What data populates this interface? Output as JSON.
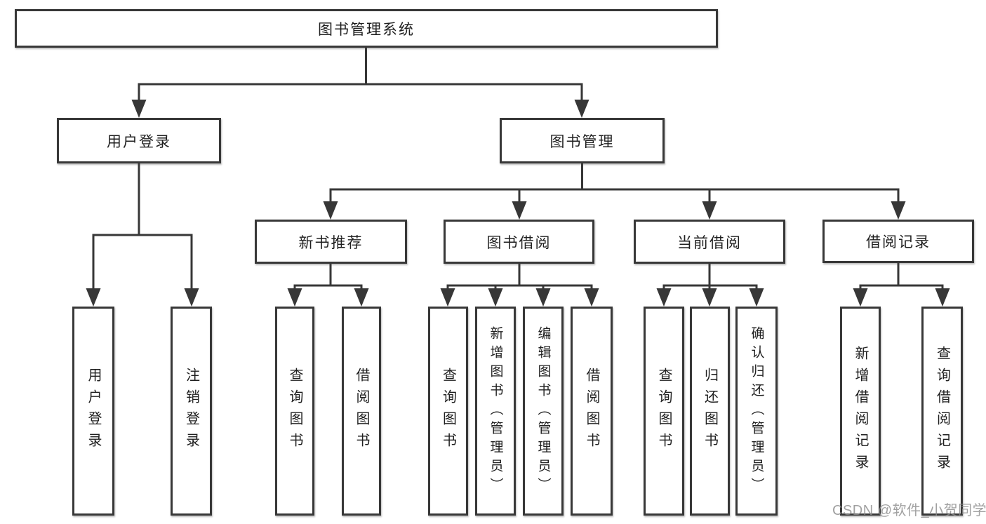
{
  "title": "图书管理系统",
  "watermark": "CSDN @软件_小贺同学",
  "colors": {
    "line": "#373737",
    "border": "#383838",
    "text": "#1f1f1f",
    "background": "#ffffff",
    "watermark": "#8c8c8c"
  },
  "branches": [
    {
      "label": "用户登录",
      "leaves": [
        "用户登录",
        "注销登录"
      ]
    },
    {
      "label": "图书管理",
      "sections": [
        {
          "label": "新书推荐",
          "leaves": [
            "查询图书",
            "借阅图书"
          ]
        },
        {
          "label": "图书借阅",
          "leaves": [
            "查询图书",
            "新增图书（管理员）",
            "编辑图书（管理员）",
            "借阅图书"
          ]
        },
        {
          "label": "当前借阅",
          "leaves": [
            "查询图书",
            "归还图书",
            "确认归还（管理员）"
          ]
        },
        {
          "label": "借阅记录",
          "leaves": [
            "新增借阅记录",
            "查询借阅记录"
          ]
        }
      ]
    }
  ]
}
